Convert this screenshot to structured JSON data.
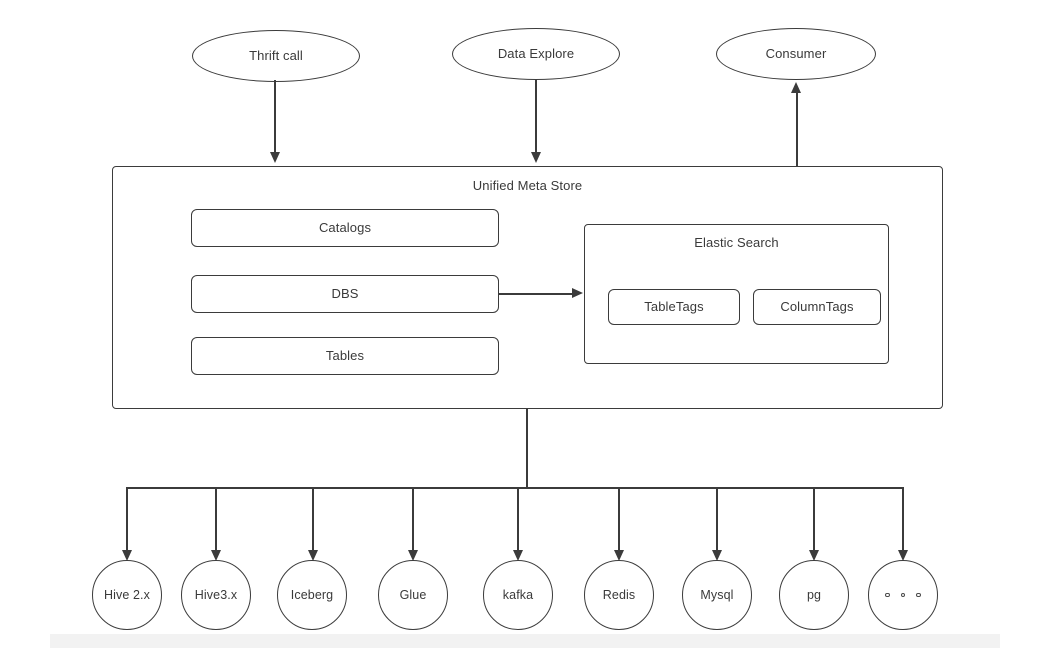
{
  "diagram": {
    "title": "Unified Meta Store",
    "type": "architecture-flow"
  },
  "clients": [
    {
      "id": "thrift-call",
      "label": "Thrift call",
      "shape": "ellipse"
    },
    {
      "id": "data-explore",
      "label": "Data Explore",
      "shape": "ellipse"
    },
    {
      "id": "consumer",
      "label": "Consumer",
      "shape": "ellipse"
    }
  ],
  "meta_store": {
    "title": "Unified Meta Store",
    "entities": [
      {
        "id": "catalogs",
        "label": "Catalogs"
      },
      {
        "id": "dbs",
        "label": "DBS"
      },
      {
        "id": "tables",
        "label": "Tables"
      }
    ],
    "elastic_search": {
      "title": "Elastic Search",
      "indices": [
        {
          "id": "table-tags",
          "label": "TableTags"
        },
        {
          "id": "column-tags",
          "label": "ColumnTags"
        }
      ]
    }
  },
  "sources": [
    {
      "id": "hive2",
      "label": "Hive 2.x"
    },
    {
      "id": "hive3",
      "label": "Hive3.x"
    },
    {
      "id": "iceberg",
      "label": "Iceberg"
    },
    {
      "id": "glue",
      "label": "Glue"
    },
    {
      "id": "kafka",
      "label": "kafka"
    },
    {
      "id": "redis",
      "label": "Redis"
    },
    {
      "id": "mysql",
      "label": "Mysql"
    },
    {
      "id": "pg",
      "label": "pg"
    },
    {
      "id": "more",
      "label": "",
      "is_ellipsis": true
    }
  ],
  "colors": {
    "stroke": "#3b3b3b",
    "text": "#3a3a3a",
    "background": "#ffffff",
    "strip": "#f2f2f2"
  }
}
